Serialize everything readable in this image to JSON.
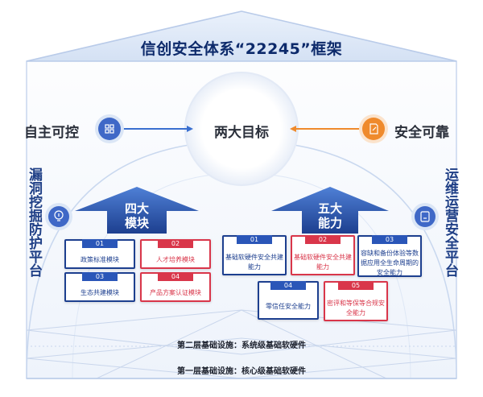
{
  "title": "信创安全体系“22245”框架",
  "goals": {
    "left_label": "自主可控",
    "center_label": "两大目标",
    "right_label": "安全可靠",
    "left_icon": "grid-icon",
    "right_icon": "document-edit-icon"
  },
  "platforms": {
    "left_label": "漏洞挖掘防护平台",
    "right_label": "运维运营安全平台",
    "left_icon": "lightbulb-icon",
    "right_icon": "badge-icon"
  },
  "modules": {
    "heading_line1": "四大",
    "heading_line2": "模块",
    "items": [
      {
        "num": "01",
        "label": "政策标准模块",
        "style": "blue"
      },
      {
        "num": "02",
        "label": "人才培养模块",
        "style": "red"
      },
      {
        "num": "03",
        "label": "生态共建模块",
        "style": "blue"
      },
      {
        "num": "04",
        "label": "产品方案认证模块",
        "style": "red"
      }
    ]
  },
  "capabilities": {
    "heading_line1": "五大",
    "heading_line2": "能力",
    "items": [
      {
        "num": "01",
        "line1": "基础软硬件安全共建",
        "line2": "能力",
        "style": "blue"
      },
      {
        "num": "02",
        "line1": "基础软硬件安全共建",
        "line2": "能力",
        "style": "red"
      },
      {
        "num": "03",
        "line1": "容缺和备份体验等数",
        "line2": "据应用全生命周期的",
        "line3": "安全能力",
        "style": "blue"
      },
      {
        "num": "04",
        "line1": "零信任安全能力",
        "style": "blue"
      },
      {
        "num": "05",
        "line1": "密评和等保等合规安",
        "line2": "全能力",
        "style": "red"
      }
    ]
  },
  "layers": {
    "second": "第二层基础设施：系统级基础软硬件",
    "first": "第一层基础设施：核心级基础软硬件"
  },
  "colors": {
    "navy": "#1d3f8f",
    "red": "#d9364a",
    "orange": "#ef8a2c",
    "light_blue": "#dbe6f6"
  }
}
